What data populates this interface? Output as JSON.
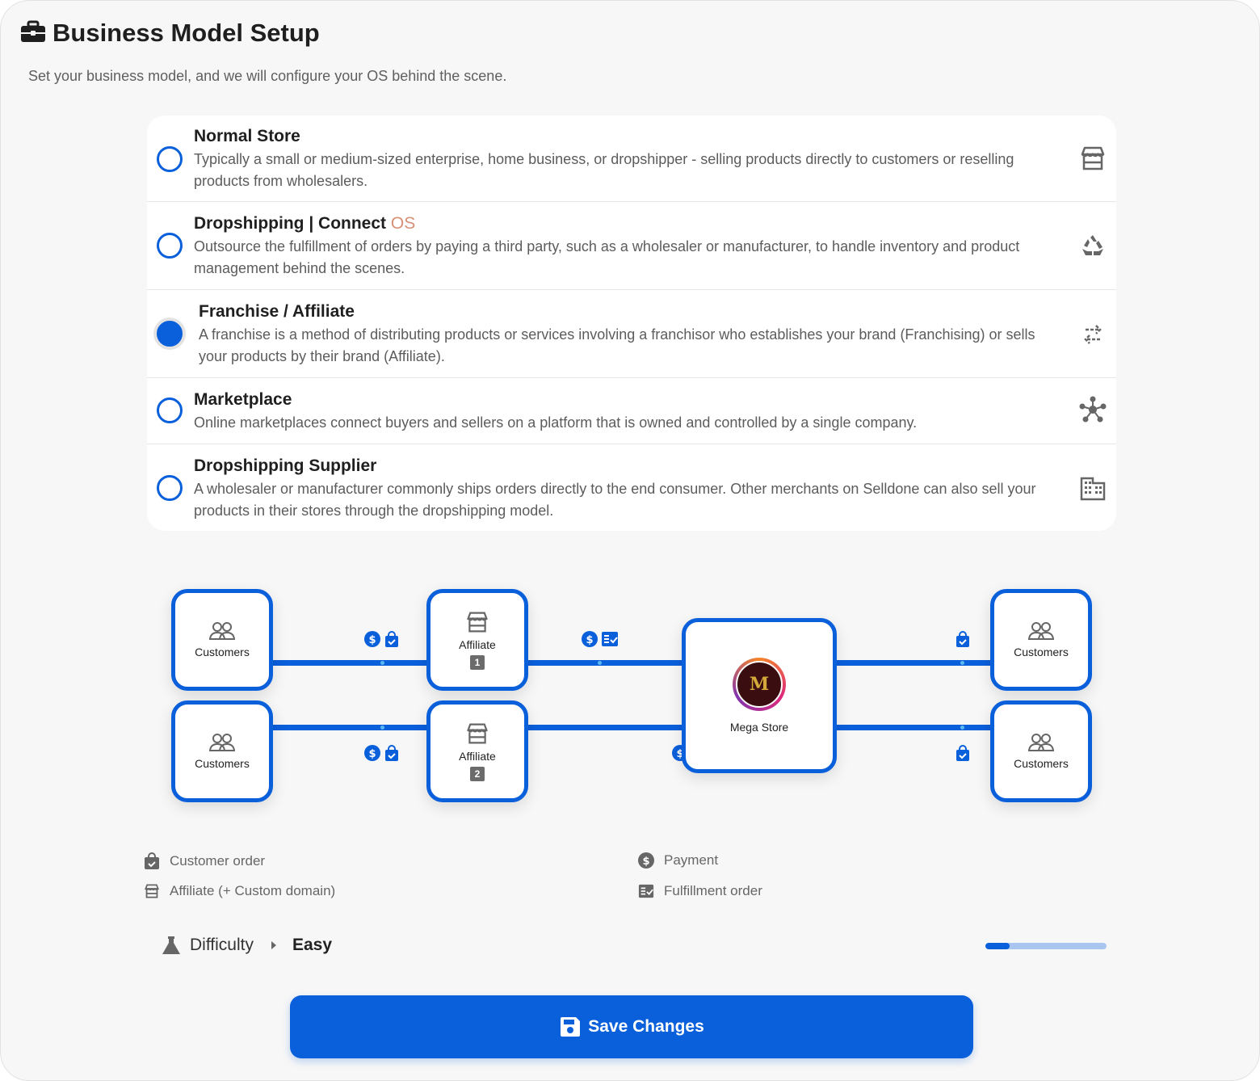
{
  "header": {
    "title": "Business Model Setup",
    "subtitle": "Set your business model, and we will configure your OS behind the scene.",
    "icon": "briefcase-icon"
  },
  "options": [
    {
      "title": "Normal Store",
      "description": "Typically a small or medium-sized enterprise, home business, or dropshipper - selling products directly to customers or reselling products from wholesalers.",
      "icon": "storefront-icon",
      "selected": false
    },
    {
      "title": "Dropshipping | Connect",
      "title_accent": "OS",
      "description": "Outsource the fulfillment of orders by paying a third party, such as a wholesaler or manufacturer, to handle inventory and product management behind the scenes.",
      "icon": "recycle-icon",
      "selected": false
    },
    {
      "title": "Franchise / Affiliate",
      "description": "A franchise is a method of distributing products or services involving a franchisor who establishes your brand (Franchising) or sells your products by their brand (Affiliate).",
      "icon": "swap-arrows-icon",
      "selected": true
    },
    {
      "title": "Marketplace",
      "description": "Online marketplaces connect buyers and sellers on a platform that is owned and controlled by a single company.",
      "icon": "hub-icon",
      "selected": false
    },
    {
      "title": "Dropshipping Supplier",
      "description": "A wholesaler or manufacturer commonly ships orders directly to the end consumer. Other merchants on Selldone can also sell your products in their stores through the dropshipping model.",
      "icon": "building-icon",
      "selected": false
    }
  ],
  "diagram": {
    "customers_label": "Customers",
    "affiliate_label": "Affiliate",
    "affiliate_1_badge": "1",
    "affiliate_2_badge": "2",
    "mega_store_label": "Mega Store",
    "logo_letter": "M"
  },
  "legend": {
    "customer_order": "Customer order",
    "affiliate": "Affiliate (+ Custom domain)",
    "payment": "Payment",
    "fulfillment_order": "Fulfillment order"
  },
  "difficulty": {
    "label": "Difficulty",
    "value": "Easy",
    "level": 0.2
  },
  "save_button": {
    "label": "Save Changes"
  },
  "colors": {
    "accent": "#0a5fdb",
    "os_accent": "#d69076"
  }
}
